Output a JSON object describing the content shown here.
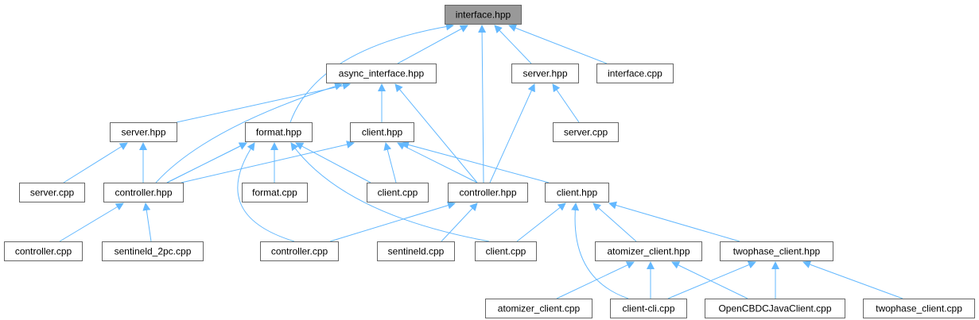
{
  "colors": {
    "edge": "#63B8FF",
    "node_border": "#666666",
    "node_fill": "#ffffff",
    "root_fill": "#999999",
    "text": "#000000"
  },
  "nodes": [
    {
      "id": "interface_hpp",
      "label": "interface.hpp",
      "root": true
    },
    {
      "id": "async_interface_hpp",
      "label": "async_interface.hpp"
    },
    {
      "id": "server_hpp_1",
      "label": "server.hpp"
    },
    {
      "id": "interface_cpp",
      "label": "interface.cpp"
    },
    {
      "id": "server_hpp_2",
      "label": "server.hpp"
    },
    {
      "id": "format_hpp",
      "label": "format.hpp"
    },
    {
      "id": "client_hpp_1",
      "label": "client.hpp"
    },
    {
      "id": "server_cpp_1",
      "label": "server.cpp"
    },
    {
      "id": "server_cpp_2",
      "label": "server.cpp"
    },
    {
      "id": "controller_hpp_1",
      "label": "controller.hpp"
    },
    {
      "id": "format_cpp",
      "label": "format.cpp"
    },
    {
      "id": "client_cpp_1",
      "label": "client.cpp"
    },
    {
      "id": "controller_hpp_2",
      "label": "controller.hpp"
    },
    {
      "id": "client_hpp_2",
      "label": "client.hpp"
    },
    {
      "id": "controller_cpp_1",
      "label": "controller.cpp"
    },
    {
      "id": "sentineld_2pc_cpp",
      "label": "sentineld_2pc.cpp"
    },
    {
      "id": "controller_cpp_2",
      "label": "controller.cpp"
    },
    {
      "id": "sentineld_cpp",
      "label": "sentineld.cpp"
    },
    {
      "id": "client_cpp_2",
      "label": "client.cpp"
    },
    {
      "id": "atomizer_client_hpp",
      "label": "atomizer_client.hpp"
    },
    {
      "id": "twophase_client_hpp",
      "label": "twophase_client.hpp"
    },
    {
      "id": "atomizer_client_cpp",
      "label": "atomizer_client.cpp"
    },
    {
      "id": "client_cli_cpp",
      "label": "client-cli.cpp"
    },
    {
      "id": "opencbdc_java_client_cpp",
      "label": "OpenCBDCJavaClient.cpp"
    },
    {
      "id": "twophase_client_cpp",
      "label": "twophase_client.cpp"
    }
  ],
  "edges": [
    [
      "async_interface_hpp",
      "interface_hpp"
    ],
    [
      "server_hpp_1",
      "interface_hpp"
    ],
    [
      "interface_cpp",
      "interface_hpp"
    ],
    [
      "format_hpp",
      "interface_hpp"
    ],
    [
      "controller_hpp_2",
      "interface_hpp"
    ],
    [
      "server_hpp_2",
      "async_interface_hpp"
    ],
    [
      "client_hpp_1",
      "async_interface_hpp"
    ],
    [
      "controller_hpp_1",
      "async_interface_hpp"
    ],
    [
      "controller_hpp_2",
      "async_interface_hpp"
    ],
    [
      "server_cpp_1",
      "server_hpp_1"
    ],
    [
      "controller_hpp_2",
      "server_hpp_1"
    ],
    [
      "server_cpp_2",
      "server_hpp_2"
    ],
    [
      "controller_hpp_1",
      "server_hpp_2"
    ],
    [
      "controller_hpp_1",
      "format_hpp"
    ],
    [
      "format_cpp",
      "format_hpp"
    ],
    [
      "client_cpp_1",
      "format_hpp"
    ],
    [
      "controller_cpp_2",
      "format_hpp"
    ],
    [
      "client_cpp_2",
      "format_hpp"
    ],
    [
      "controller_hpp_1",
      "format_hpp"
    ],
    [
      "controller_hpp_1",
      "client_hpp_1"
    ],
    [
      "client_cpp_1",
      "client_hpp_1"
    ],
    [
      "controller_hpp_2",
      "client_hpp_1"
    ],
    [
      "client_hpp_2",
      "client_hpp_1"
    ],
    [
      "controller_cpp_1",
      "controller_hpp_1"
    ],
    [
      "sentineld_2pc_cpp",
      "controller_hpp_1"
    ],
    [
      "controller_cpp_2",
      "controller_hpp_2"
    ],
    [
      "sentineld_cpp",
      "controller_hpp_2"
    ],
    [
      "client_cpp_2",
      "client_hpp_2"
    ],
    [
      "atomizer_client_hpp",
      "client_hpp_2"
    ],
    [
      "twophase_client_hpp",
      "client_hpp_2"
    ],
    [
      "client_cli_cpp",
      "client_hpp_2"
    ],
    [
      "atomizer_client_cpp",
      "atomizer_client_hpp"
    ],
    [
      "client_cli_cpp",
      "atomizer_client_hpp"
    ],
    [
      "opencbdc_java_client_cpp",
      "atomizer_client_hpp"
    ],
    [
      "client_cli_cpp",
      "twophase_client_hpp"
    ],
    [
      "opencbdc_java_client_cpp",
      "twophase_client_hpp"
    ],
    [
      "twophase_client_cpp",
      "twophase_client_hpp"
    ]
  ]
}
